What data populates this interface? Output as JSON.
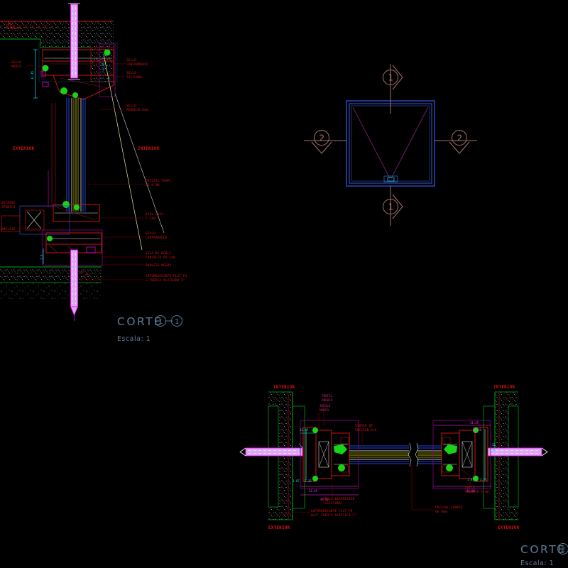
{
  "corte1": {
    "title": "CORTE",
    "marker_a": "1",
    "marker_b": "1",
    "scale": "Escala: 1",
    "side_left": "EXTERIOR",
    "side_right": "INTERIOR",
    "labels": {
      "losa1": "LOSA",
      "losa2": "HORMIGON",
      "sello_marco1": "SELLO",
      "sello_marco2": "MARCO",
      "botagua1": "BOTAGUA",
      "botagua2": "TERMICO",
      "anclaje": "ANCLAJE",
      "contramarco1": "SELLO",
      "contramarco2": "CONTRAMARCO",
      "silicona1": "SELLO",
      "silicona2": "SILICONA.",
      "arquejo1": "SELLO",
      "arquejo2": "ARQUEJO 6mm.",
      "cristal1": "CRISTAL TEMPL.",
      "cristal2": "DE 8 MM.",
      "riel1": "RIEL GUIA",
      "riel2": "C-140",
      "contramarco_b1": "SELLO",
      "contramarco_b2": "CONTRAMARCO",
      "viga1": "VIGA DE DOBLE",
      "viga2": "CONTACTO PO-140",
      "burlete": "BURLETE NEGRO",
      "auto1": "AUTORROSCANTE PLAT P4",
      "auto2": "C/TUERCA PLATEADO 2\""
    },
    "dims": {
      "head": "31.45",
      "sill": "7.5"
    }
  },
  "plan": {
    "marker_top": "1",
    "marker_bottom": "1",
    "marker_left": "2",
    "marker_right": "2"
  },
  "corte2": {
    "title": "CORTE",
    "marker": "2",
    "scale": "Escala: 1",
    "side_top_left": "INTERIOR",
    "side_bottom_left": "EXTERIOR",
    "side_top_right": "INTERIOR",
    "side_bottom_right": "EXTERIOR",
    "labels": {
      "perfil1": "PERFIL",
      "perfil2": "ANGULO",
      "zocalo1": "ZOCALO",
      "zocalo2": "MARCO",
      "vidrio1": "VIDRIO DE",
      "vidrio2": "SECCION 8+8",
      "despresion1": "SELLO DESPRESION",
      "despresion2": "(SILICONA)",
      "auto1": "AUTORROSCANTE FLAT PH",
      "auto2": "8x2\" TUERCA PLASTICA 2\"",
      "arquejo1": "SELLO",
      "arquejo2": "ARQUEJO 6 mm.",
      "cristal1": "CRISTAL TEMPLE",
      "cristal2": "DE 8mm."
    },
    "dims": {
      "d_2145": "21.45",
      "d_3145l": "31.45",
      "d_4432": "44.32",
      "d_187l": "1.87",
      "d_332l": "3.32",
      "d_3145r": "31.45",
      "d_2660a": "26.60",
      "d_1045": "10.45",
      "d_187r": "1.87",
      "d_332r": "3.32",
      "d_2660b": "26.60"
    }
  },
  "colors": {
    "background": "#000000",
    "label_red": "#d81414",
    "frame_red": "#c81414",
    "anchor_fill": "#d9aaf2",
    "magenta": "#ff00ff",
    "dim_magenta_box": "#8b008b",
    "sealant_green": "#17d417",
    "wall_green": "#00a818",
    "dim_cyan": "#00e5ee",
    "glass_blue": "#2545d4",
    "glass_olive": "#8a8a00",
    "plan_blue": "#2343b8",
    "marker_brown": "#a5716b",
    "title_blue": "#5d7a94"
  }
}
